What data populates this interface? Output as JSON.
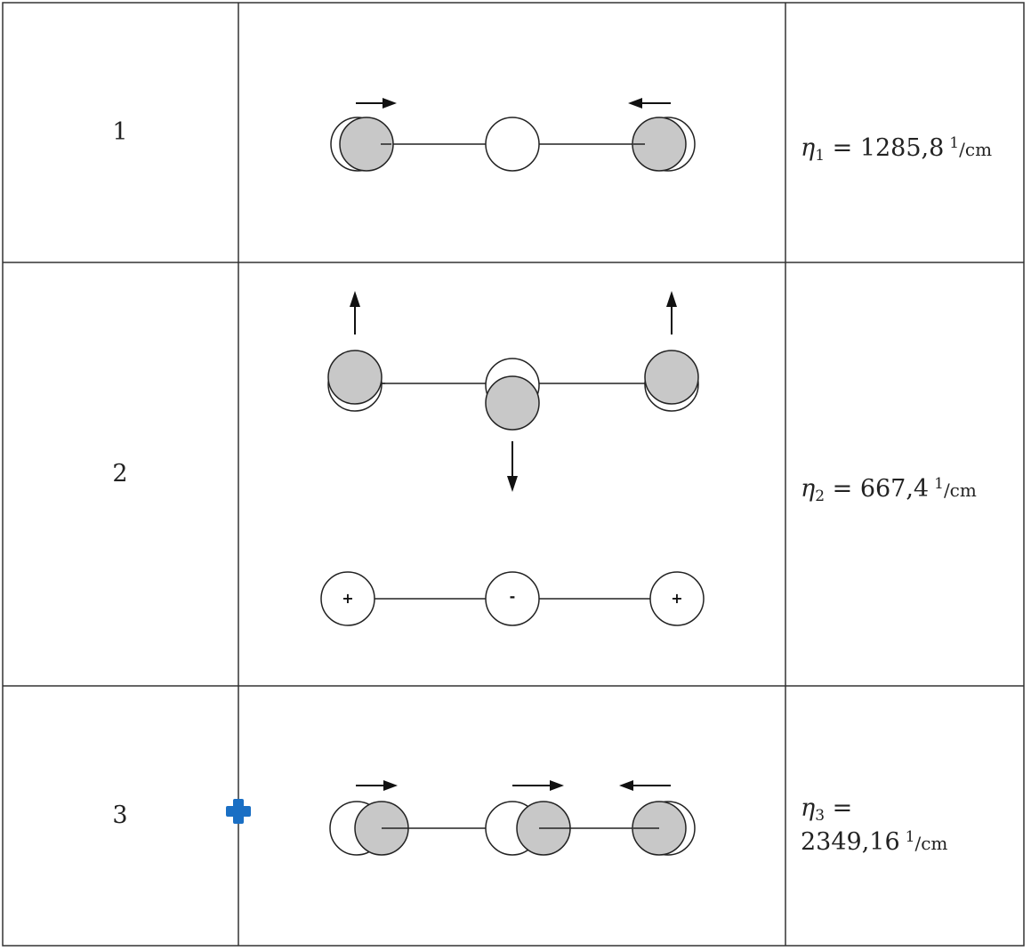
{
  "rows": [
    {
      "number": "1",
      "symbol": "η",
      "index": "1",
      "equals": " = ",
      "value": "1285,8",
      "unit_num": "1",
      "unit_den": "/cm"
    },
    {
      "number": "2",
      "symbol": "η",
      "index": "2",
      "equals": " = ",
      "value": "667,4",
      "unit_num": "1",
      "unit_den": "/cm"
    },
    {
      "number": "3",
      "symbol": "η",
      "index": "3",
      "equals": " =",
      "value": "2349,16",
      "unit_num": "1",
      "unit_den": "/cm"
    }
  ],
  "signs": {
    "plus": "+",
    "minus": "-"
  },
  "colors": {
    "grid": "#333333",
    "atom_fill_shaded": "#c8c8c8",
    "atom_fill_open": "#ffffff",
    "atom_stroke": "#222222",
    "cursor": "#1a6fc4"
  },
  "icons": {
    "cursor": "move-cursor-icon",
    "arrow": "arrow-icon"
  }
}
